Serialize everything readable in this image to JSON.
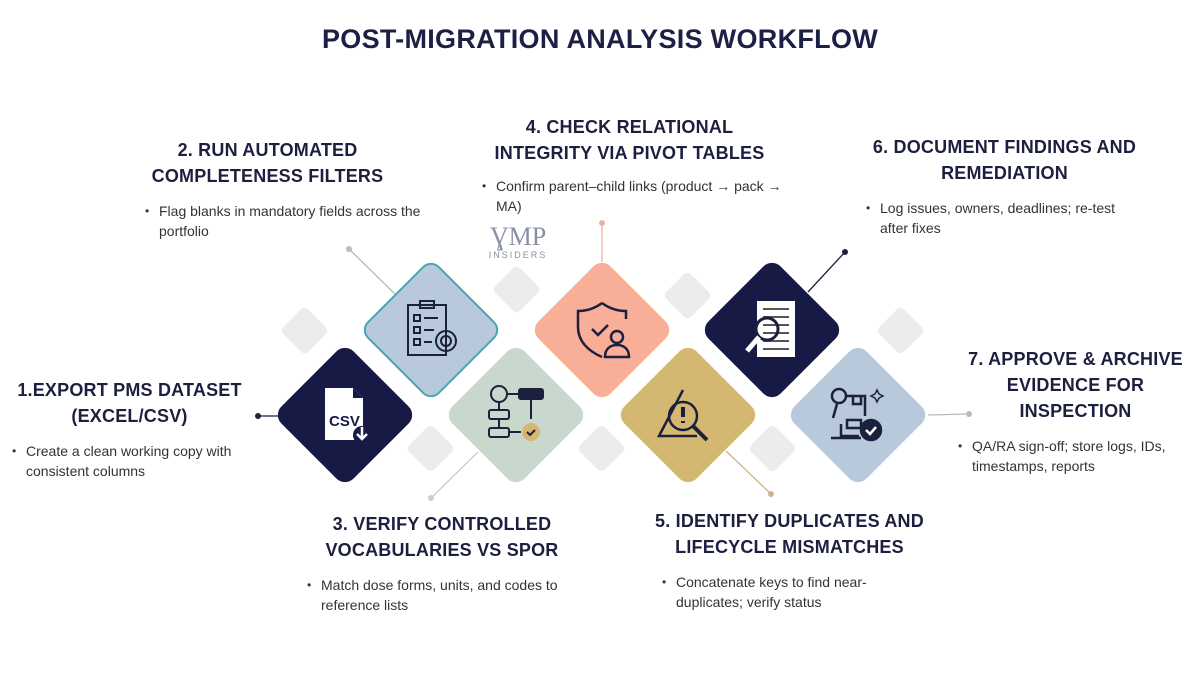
{
  "title": "POST-MIGRATION ANALYSIS WORKFLOW",
  "logo": {
    "mark": "GMP",
    "sub": "INSIDERS"
  },
  "steps": [
    {
      "heading": "1.EXPORT PMS DATASET (EXCEL/CSV)",
      "bullet": "Create a clean working copy with consistent columns",
      "icon": "csv-download-icon",
      "color": "#171a45"
    },
    {
      "heading": "2. RUN AUTOMATED COMPLETENESS FILTERS",
      "bullet": "Flag blanks in mandatory fields across the portfolio",
      "icon": "checklist-gear-icon",
      "color": "#b7c9db"
    },
    {
      "heading": "3. VERIFY CONTROLLED VOCABULARIES VS SPOR",
      "bullet": "Match dose forms, units, and codes to reference lists",
      "icon": "workflow-check-icon",
      "color": "#c9d8cc"
    },
    {
      "heading": "4. CHECK RELATIONAL INTEGRITY VIA PIVOT TABLES",
      "bullet": "Confirm parent–child links (product → pack → MA)",
      "icon": "shield-user-icon",
      "color": "#f9ae98"
    },
    {
      "heading": "5. IDENTIFY DUPLICATES AND LIFECYCLE MISMATCHES",
      "bullet": "Concatenate keys to find near-duplicates; verify status",
      "icon": "warning-search-icon",
      "color": "#d4b872"
    },
    {
      "heading": "6. DOCUMENT FINDINGS AND REMEDIATION",
      "bullet": "Log issues, owners, deadlines; re-test after fixes",
      "icon": "document-search-icon",
      "color": "#171a45"
    },
    {
      "heading": "7. APPROVE & ARCHIVE EVIDENCE FOR INSPECTION",
      "bullet": "QA/RA sign-off; store logs, IDs, timestamps, reports",
      "icon": "archive-approve-icon",
      "color": "#b7c9db"
    }
  ]
}
